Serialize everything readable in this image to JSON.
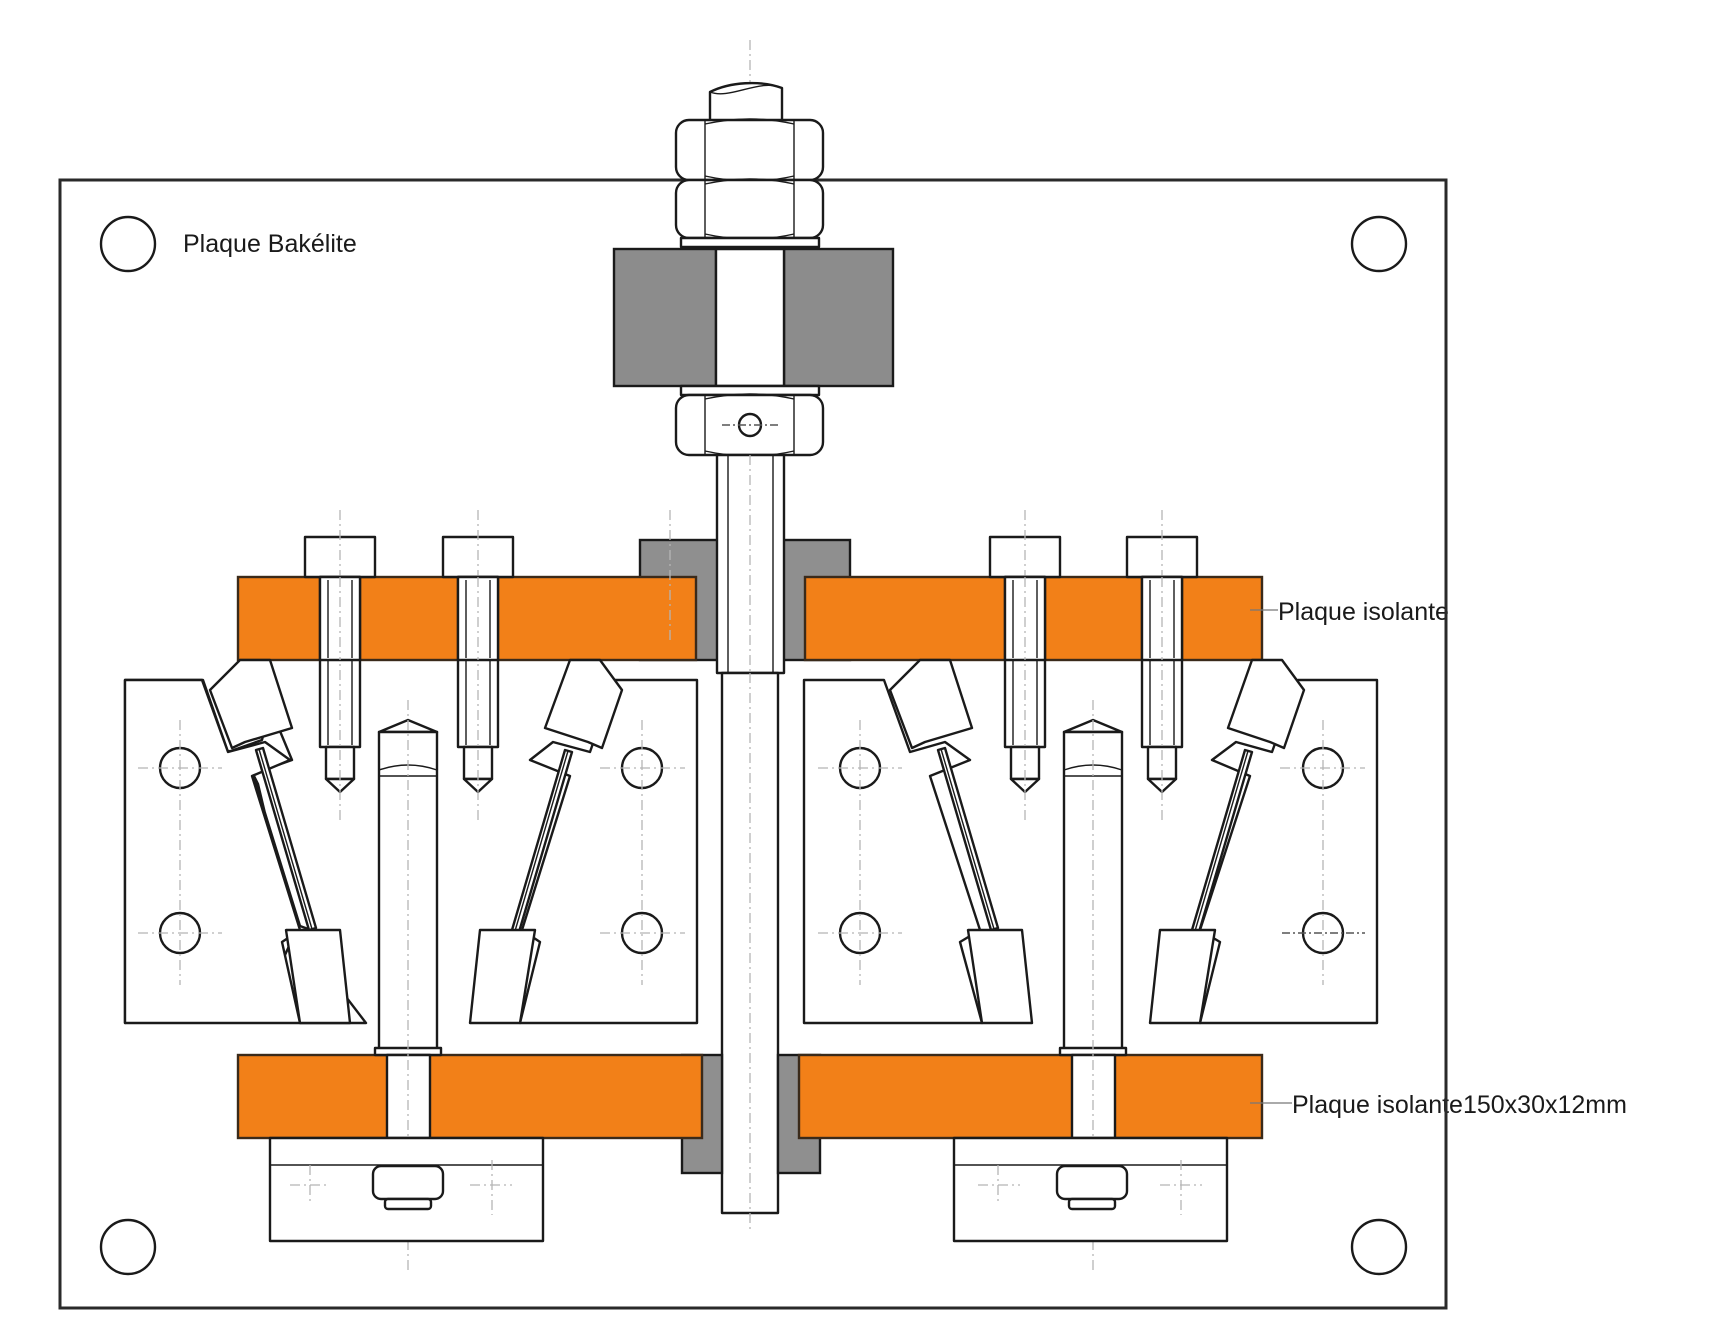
{
  "diagram": {
    "type": "mechanical assembly drawing",
    "colors": {
      "insulating_plate": "#f28018",
      "steel_block": "#8c8c8c",
      "bushing": "#8f8f8f",
      "outline": "#1a1a1a",
      "centerline": "#b5b5b5",
      "background": "#ffffff"
    },
    "labels": {
      "base_plate": "Plaque Bakélite",
      "upper_insulating_plate": "Plaque isolante",
      "lower_insulating_plate": "Plaque isolante150x30x12mm"
    },
    "components": [
      {
        "id": "base-plate",
        "name": "Plaque Bakélite",
        "count": 1
      },
      {
        "id": "corner-holes",
        "count": 4
      },
      {
        "id": "upper-insulating-plates",
        "name": "Plaque isolante",
        "count": 2
      },
      {
        "id": "lower-insulating-plates",
        "name": "Plaque isolante150x30x12mm",
        "count": 2
      },
      {
        "id": "central-threaded-rod",
        "count": 1
      },
      {
        "id": "hex-nuts",
        "count": 3
      },
      {
        "id": "steel-block",
        "count": 1
      },
      {
        "id": "cap-screws",
        "count": 4
      },
      {
        "id": "guide-pins",
        "count": 2
      },
      {
        "id": "clamp-jaws",
        "count": 4
      },
      {
        "id": "lower-brackets",
        "count": 2
      }
    ]
  }
}
